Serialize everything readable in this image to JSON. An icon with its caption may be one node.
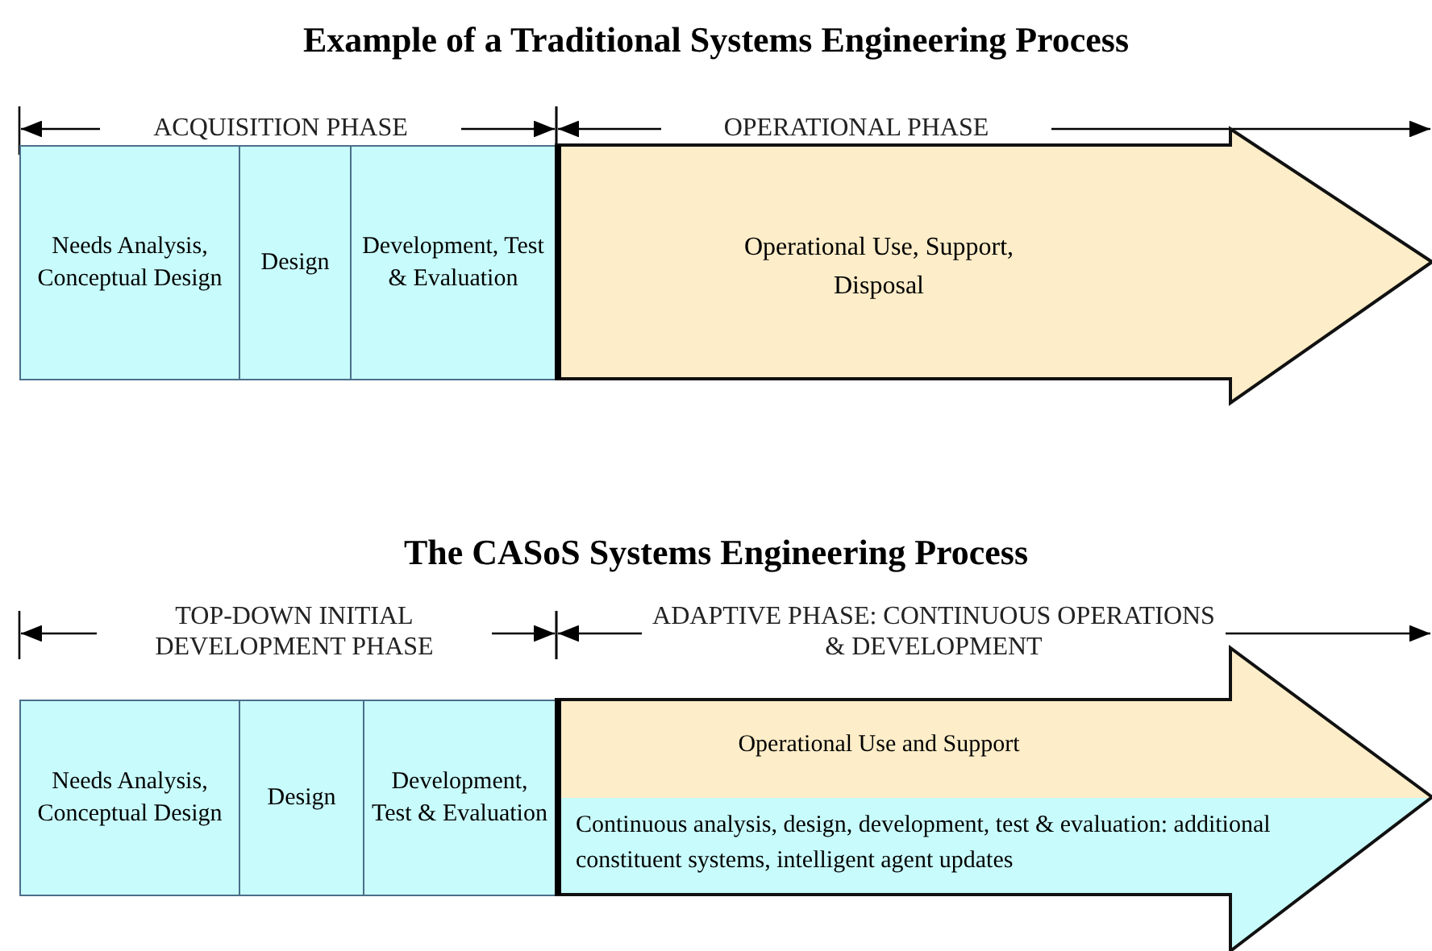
{
  "diagram": {
    "title": "Example of a Traditional Systems Engineering Process",
    "nodes": [
      {
        "text": [
          "Needs Analysis, Conceptual Design"
        ]
      },
      {
        "text": [
          "Design"
        ]
      },
      {
        "text": [
          "Development, Test & Evaluation"
        ]
      },
      {
        "text": [
          "Operational Use, Support, Disposal"
        ]
      },
      {
        "text": [
          "Needs Analysis, Conceptual Design"
        ]
      },
      {
        "text": [
          "Design"
        ]
      },
      {
        "text": [
          "Development, Test & Evaluation"
        ]
      },
      {
        "text": [
          "Operational Use and Support",
          "Continuous analysis, design, development, test & evaluation: additional constituent systems, intelligent agent updates"
        ]
      }
    ],
    "edges": [],
    "labels": [
      "ACQUISITION PHASE",
      "OPERATIONAL PHASE",
      "The CASoS Systems Engineering Process",
      "TOP-DOWN INITIAL DEVELOPMENT PHASE",
      "ADAPTIVE PHASE: CONTINUOUS OPERATIONS & DEVELOPMENT"
    ]
  }
}
